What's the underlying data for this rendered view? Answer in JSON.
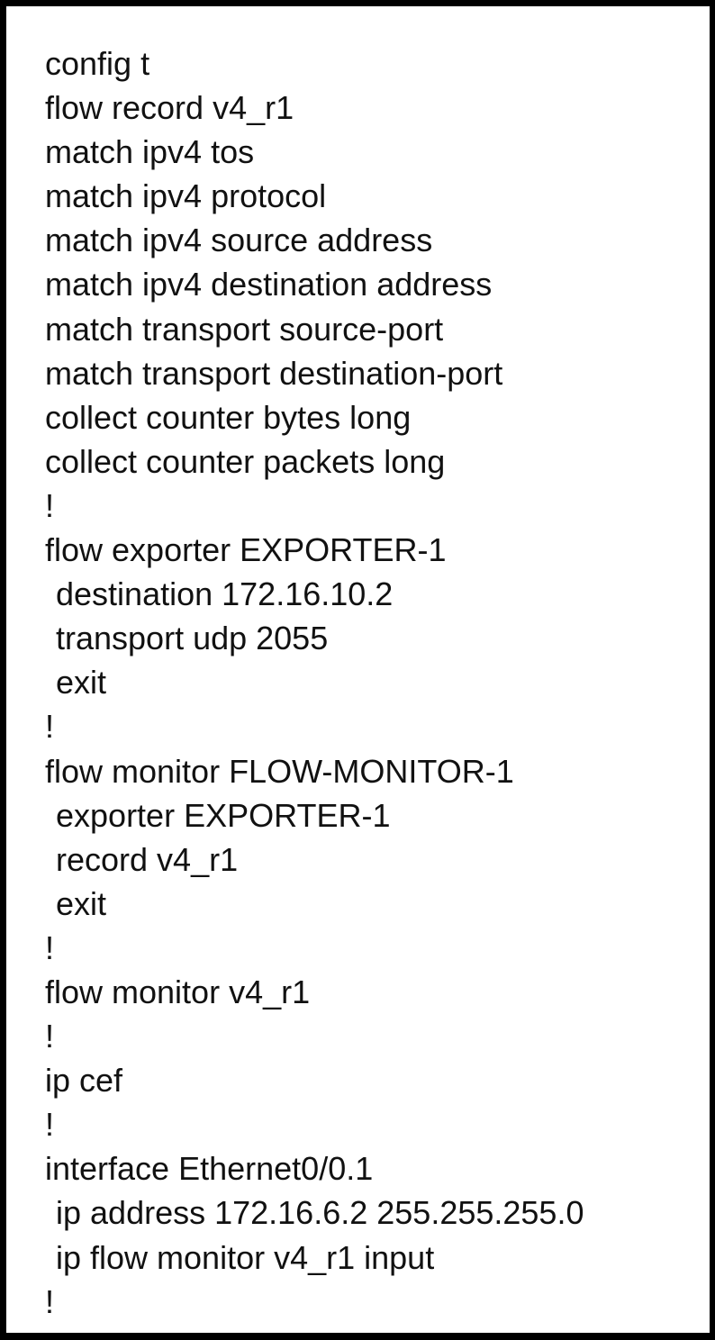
{
  "config_lines": [
    {
      "text": "config t",
      "indent": false
    },
    {
      "text": "flow record v4_r1",
      "indent": false
    },
    {
      "text": "match ipv4 tos",
      "indent": false
    },
    {
      "text": "match ipv4 protocol",
      "indent": false
    },
    {
      "text": "match ipv4 source address",
      "indent": false
    },
    {
      "text": "match ipv4 destination address",
      "indent": false
    },
    {
      "text": "match transport source-port",
      "indent": false
    },
    {
      "text": "match transport destination-port",
      "indent": false
    },
    {
      "text": "collect counter bytes long",
      "indent": false
    },
    {
      "text": "collect counter packets long",
      "indent": false
    },
    {
      "text": "!",
      "indent": false
    },
    {
      "text": "flow exporter EXPORTER-1",
      "indent": false
    },
    {
      "text": "destination 172.16.10.2",
      "indent": true
    },
    {
      "text": "transport udp 2055",
      "indent": true
    },
    {
      "text": "exit",
      "indent": true
    },
    {
      "text": "!",
      "indent": false
    },
    {
      "text": "flow monitor FLOW-MONITOR-1",
      "indent": false
    },
    {
      "text": "exporter EXPORTER-1",
      "indent": true
    },
    {
      "text": "record v4_r1",
      "indent": true
    },
    {
      "text": "exit",
      "indent": true
    },
    {
      "text": "!",
      "indent": false
    },
    {
      "text": "flow monitor v4_r1",
      "indent": false
    },
    {
      "text": "!",
      "indent": false
    },
    {
      "text": "ip cef",
      "indent": false
    },
    {
      "text": "!",
      "indent": false
    },
    {
      "text": "interface Ethernet0/0.1",
      "indent": false
    },
    {
      "text": "ip address 172.16.6.2 255.255.255.0",
      "indent": true
    },
    {
      "text": "ip flow monitor v4_r1 input",
      "indent": true
    },
    {
      "text": "!",
      "indent": false
    }
  ]
}
